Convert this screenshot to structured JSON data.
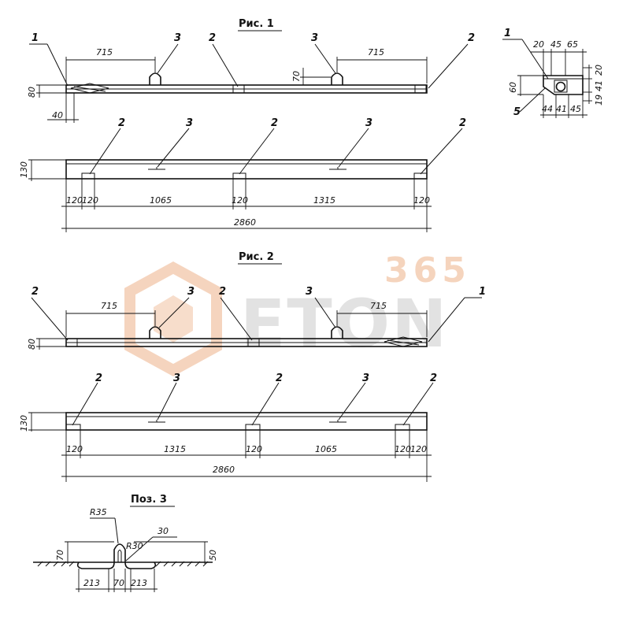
{
  "fig1": {
    "title": "Рис. 1",
    "top": {
      "callouts": [
        "1",
        "3",
        "2",
        "3",
        "2"
      ],
      "dims": [
        "715",
        "715",
        "70",
        "80",
        "40"
      ]
    },
    "side": {
      "callouts": [
        "2",
        "3",
        "2",
        "3",
        "2"
      ],
      "dims": [
        "130",
        "120",
        "120",
        "1065",
        "120",
        "1315",
        "120",
        "2860"
      ]
    }
  },
  "section": {
    "callouts": [
      "1",
      "5"
    ],
    "dims": [
      "20",
      "45",
      "65",
      "20",
      "41",
      "19",
      "60",
      "44",
      "41",
      "45"
    ]
  },
  "fig2": {
    "title": "Рис. 2",
    "top": {
      "callouts": [
        "2",
        "3",
        "2",
        "3",
        "1"
      ],
      "dims": [
        "715",
        "715",
        "80"
      ]
    },
    "side": {
      "callouts": [
        "2",
        "3",
        "2",
        "3",
        "2"
      ],
      "dims": [
        "130",
        "120",
        "1315",
        "120",
        "1065",
        "120",
        "120",
        "2860"
      ]
    }
  },
  "detail": {
    "title": "Поз. 3",
    "dims": [
      "R35",
      "30",
      "R30",
      "70",
      "50",
      "213",
      "70",
      "213"
    ]
  },
  "watermark": {
    "number": "365",
    "name": "ETON"
  }
}
